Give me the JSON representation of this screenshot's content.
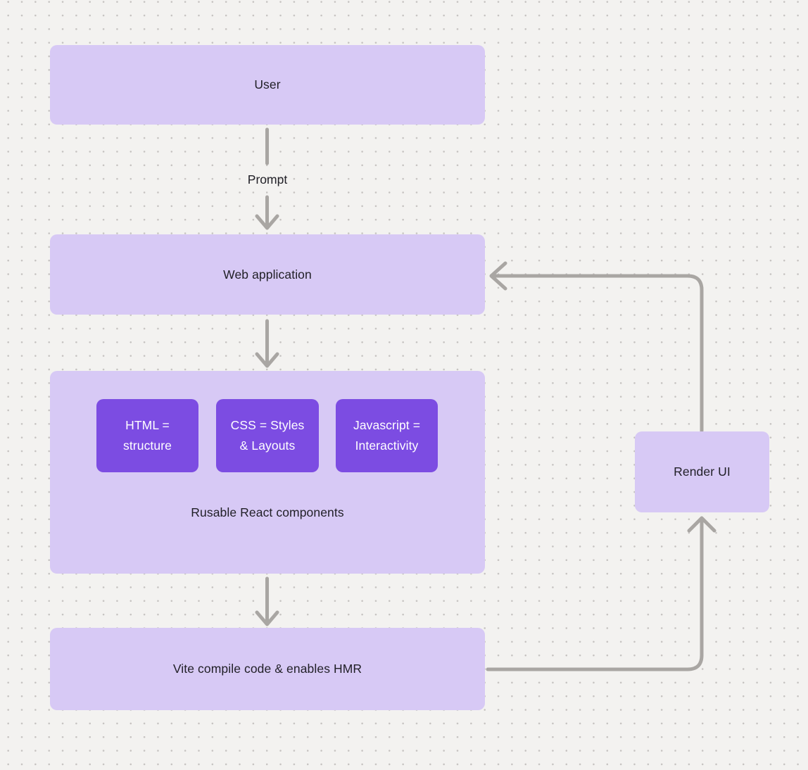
{
  "diagram": {
    "nodes": {
      "user": {
        "label": "User"
      },
      "web_application": {
        "label": "Web application"
      },
      "components_group": {
        "caption": "Rusable React components",
        "chips": [
          {
            "id": "html",
            "lines": [
              "HTML =",
              "structure"
            ]
          },
          {
            "id": "css",
            "lines": [
              "CSS = Styles",
              "& Layouts"
            ]
          },
          {
            "id": "javascript",
            "lines": [
              "Javascript =",
              "Interactivity"
            ]
          }
        ]
      },
      "vite": {
        "label": "Vite compile code & enables HMR"
      },
      "render_ui": {
        "label": "Render UI"
      }
    },
    "edges": {
      "prompt_label": "Prompt"
    },
    "colors": {
      "background": "#f3f2f0",
      "dot": "#c5c2c0",
      "node_fill_light": "#d7c9f5",
      "chip_fill": "#7c4ce2",
      "chip_text": "#ffffff",
      "edge_stroke": "#a9a6a3",
      "text": "#201f26"
    }
  }
}
